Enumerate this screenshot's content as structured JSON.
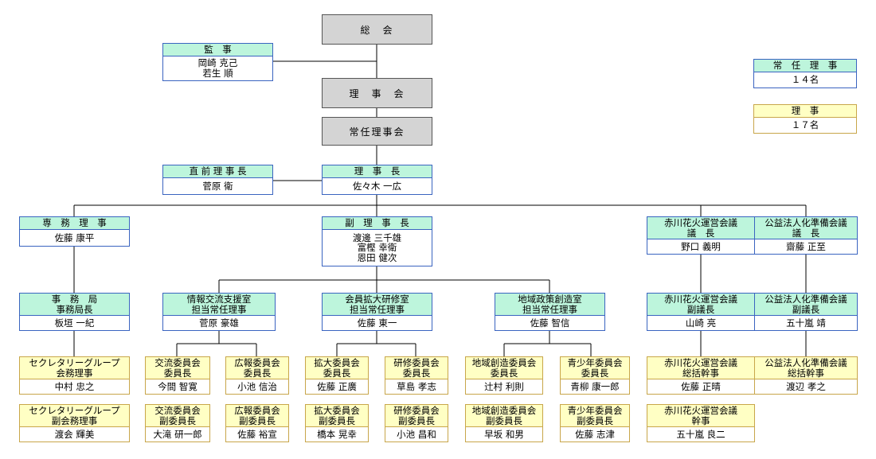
{
  "top": {
    "general_meeting": "総　会",
    "board": "理　事　会",
    "standing_board": "常任理事会"
  },
  "legend": {
    "standing": {
      "title": "常　任　理　事",
      "count": "１４名"
    },
    "directors": {
      "title": "理　事",
      "count": "１７名"
    }
  },
  "positions": {
    "auditor": {
      "title": "監　事",
      "name": "岡崎 克己\n若生 順"
    },
    "former_chair": {
      "title": "直 前 理 事 長",
      "name": "菅原 衛"
    },
    "chair": {
      "title": "理　事　長",
      "name": "佐々木 一広"
    },
    "managing": {
      "title": "専　務　理　事",
      "name": "佐藤 康平"
    },
    "vice": {
      "title": "副　理　事　長",
      "name": "渡邊 三千雄\n富樫 幸衛\n恩田 健次"
    },
    "fireworks": {
      "title": "赤川花火運営会議\n議　長",
      "name": "野口 義明"
    },
    "corp": {
      "title": "公益法人化準備会議\n議　長",
      "name": "齋藤 正至"
    },
    "secretariat": {
      "title": "事　務　局\n事務局長",
      "name": "板垣 一紀"
    },
    "info": {
      "title": "情報交流支援室\n担当常任理事",
      "name": "菅原 豪雄"
    },
    "member": {
      "title": "会員拡大研修室\n担当常任理事",
      "name": "佐藤 東一"
    },
    "policy": {
      "title": "地域政策創造室\n担当常任理事",
      "name": "佐藤 智信"
    },
    "fireworks_vice": {
      "title": "赤川花火運営会議\n副議長",
      "name": "山崎 亮"
    },
    "corp_vice": {
      "title": "公益法人化準備会議\n副議長",
      "name": "五十嵐 靖"
    }
  },
  "committees": [
    {
      "title": "セクレタリーグループ\n会務理事",
      "name": "中村 忠之"
    },
    {
      "title": "セクレタリーグループ\n副会務理事",
      "name": "渡会 輝美"
    },
    {
      "title": "交流委員会\n委員長",
      "name": "今間 智寛"
    },
    {
      "title": "交流委員会\n副委員長",
      "name": "大滝 研一郎"
    },
    {
      "title": "広報委員会\n委員長",
      "name": "小池 信治"
    },
    {
      "title": "広報委員会\n副委員長",
      "name": "佐藤 裕宣"
    },
    {
      "title": "拡大委員会\n委員長",
      "name": "佐藤 正廣"
    },
    {
      "title": "拡大委員会\n副委員長",
      "name": "橋本 晃幸"
    },
    {
      "title": "研修委員会\n委員長",
      "name": "草島 孝志"
    },
    {
      "title": "研修委員会\n副委員長",
      "name": "小池 昌和"
    },
    {
      "title": "地域創造委員会\n委員長",
      "name": "辻村 利則"
    },
    {
      "title": "地域創造委員会\n副委員長",
      "name": "早坂 和男"
    },
    {
      "title": "青少年委員会\n委員長",
      "name": "青柳 康一郎"
    },
    {
      "title": "青少年委員会\n副委員長",
      "name": "佐藤 志津"
    },
    {
      "title": "赤川花火運営会議\n総括幹事",
      "name": "佐藤 正晴"
    },
    {
      "title": "赤川花火運営会議\n幹事",
      "name": "五十嵐 良二"
    },
    {
      "title": "公益法人化準備会議\n総括幹事",
      "name": "渡辺 孝之"
    }
  ]
}
